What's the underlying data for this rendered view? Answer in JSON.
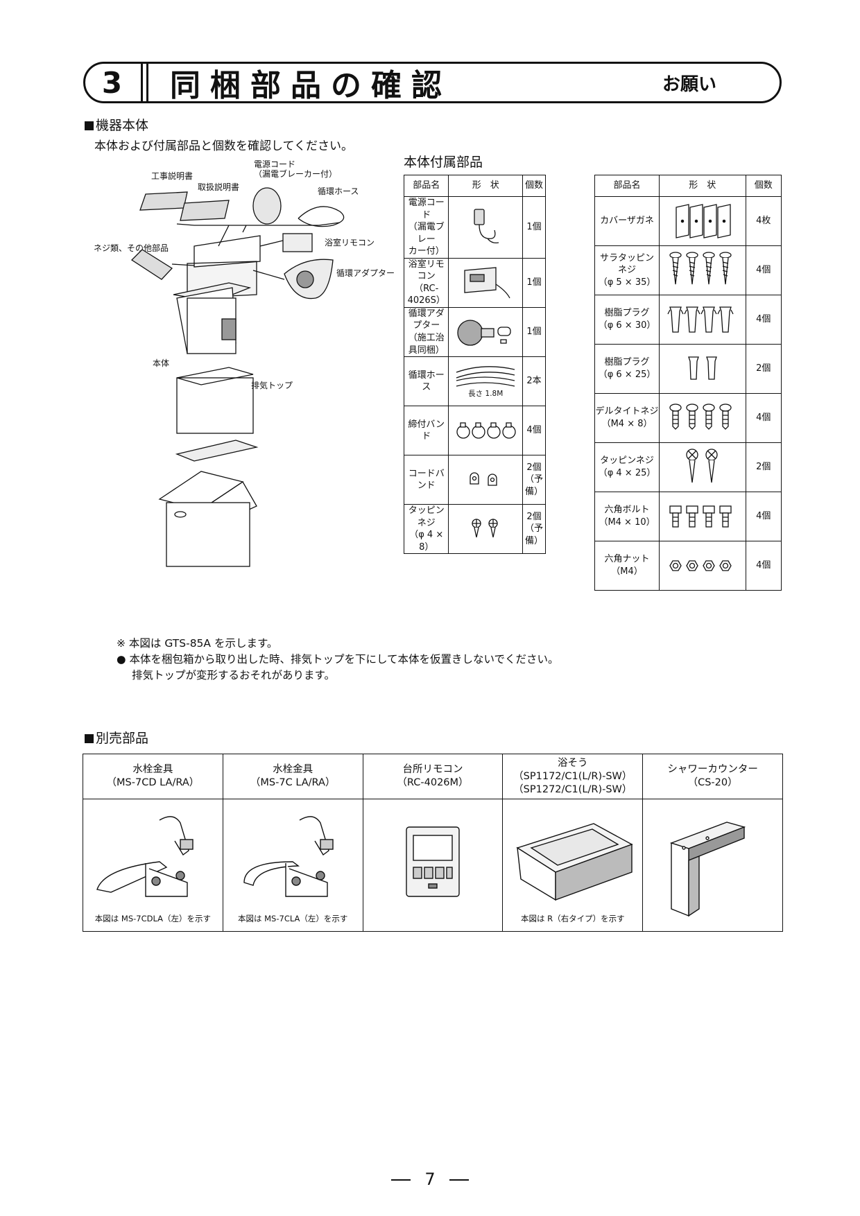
{
  "header": {
    "number": "3",
    "title": "同梱部品の確認",
    "tag": "お願い"
  },
  "main_unit": {
    "section_title": "機器本体",
    "intro": "本体および付属部品と個数を確認してください。",
    "diagram_labels": {
      "construction_manual": "工事説明書",
      "user_manual": "取扱説明書",
      "power_cord": "電源コード\n（漏電ブレーカー付）",
      "circ_hose": "循環ホース",
      "screws": "ネジ類、その他部品",
      "remote": "浴室リモコン",
      "adapter": "循環アダプター",
      "body": "本体",
      "exhaust": "排気トップ"
    }
  },
  "accessories": {
    "heading": "本体付属部品",
    "columns": [
      "部品名",
      "形　状",
      "個数"
    ],
    "left_rows": [
      {
        "name": "電源コード\n（漏電ブレー\nカー付）",
        "count": "1個",
        "icon": "power-cord-icon"
      },
      {
        "name": "浴室リモコン\n（RC-4026S）",
        "count": "1個",
        "icon": "remote-icon"
      },
      {
        "name": "循環アダプター\n（施工治具同梱）",
        "count": "1個",
        "icon": "adapter-icon"
      },
      {
        "name": "循環ホース",
        "count": "2本",
        "icon": "hose-icon",
        "caption": "長さ 1.8M"
      },
      {
        "name": "締付バンド",
        "count": "4個",
        "icon": "clamp-band-icon"
      },
      {
        "name": "コードバンド",
        "count": "2個\n（予備）",
        "icon": "cord-band-icon"
      },
      {
        "name": "タッピンネジ\n（φ 4 × 8）",
        "count": "2個\n（予備）",
        "icon": "tapping-screw-icon"
      }
    ],
    "right_rows": [
      {
        "name": "カバーザガネ",
        "count": "4枚",
        "icon": "cover-plate-icon"
      },
      {
        "name": "サラタッピン\nネジ\n（φ 5 × 35）",
        "count": "4個",
        "icon": "countersunk-screw-icon"
      },
      {
        "name": "樹脂プラグ\n（φ 6 × 30）",
        "count": "4個",
        "icon": "resin-plug-icon"
      },
      {
        "name": "樹脂プラグ\n（φ 6 × 25）",
        "count": "2個",
        "icon": "resin-plug-short-icon"
      },
      {
        "name": "デルタイトネジ\n（M4 × 8）",
        "count": "4個",
        "icon": "deltite-screw-icon"
      },
      {
        "name": "タッピンネジ\n（φ 4 × 25）",
        "count": "2個",
        "icon": "long-tapping-screw-icon"
      },
      {
        "name": "六角ボルト\n（M4 × 10）",
        "count": "4個",
        "icon": "hex-bolt-icon"
      },
      {
        "name": "六角ナット\n（M4）",
        "count": "4個",
        "icon": "hex-nut-icon"
      }
    ]
  },
  "notes": {
    "ref": "※ 本図は GTS-85A を示します。",
    "warning_line1": "● 本体を梱包箱から取り出した時、排気トップを下にして本体を仮置きしないでください。",
    "warning_line2": "排気トップが変形するおそれがあります。"
  },
  "optional_parts": {
    "section_title": "別売部品",
    "items": [
      {
        "name": "水栓金具\n（MS-7CD LA/RA）",
        "caption": "本図は MS-7CDLA（左）を示す",
        "icon": "faucet-icon"
      },
      {
        "name": "水栓金具\n（MS-7C LA/RA）",
        "caption": "本図は MS-7CLA（左）を示す",
        "icon": "faucet-short-icon"
      },
      {
        "name": "台所リモコン\n（RC-4026M）",
        "caption": "",
        "icon": "kitchen-remote-icon"
      },
      {
        "name": "浴そう\n（SP1172/C1(L/R)-SW）\n（SP1272/C1(L/R)-SW）",
        "caption": "本図は R（右タイプ）を示す",
        "icon": "bathtub-icon"
      },
      {
        "name": "シャワーカウンター\n（CS-20）",
        "caption": "",
        "icon": "shower-counter-icon"
      }
    ]
  },
  "page_number": "7"
}
